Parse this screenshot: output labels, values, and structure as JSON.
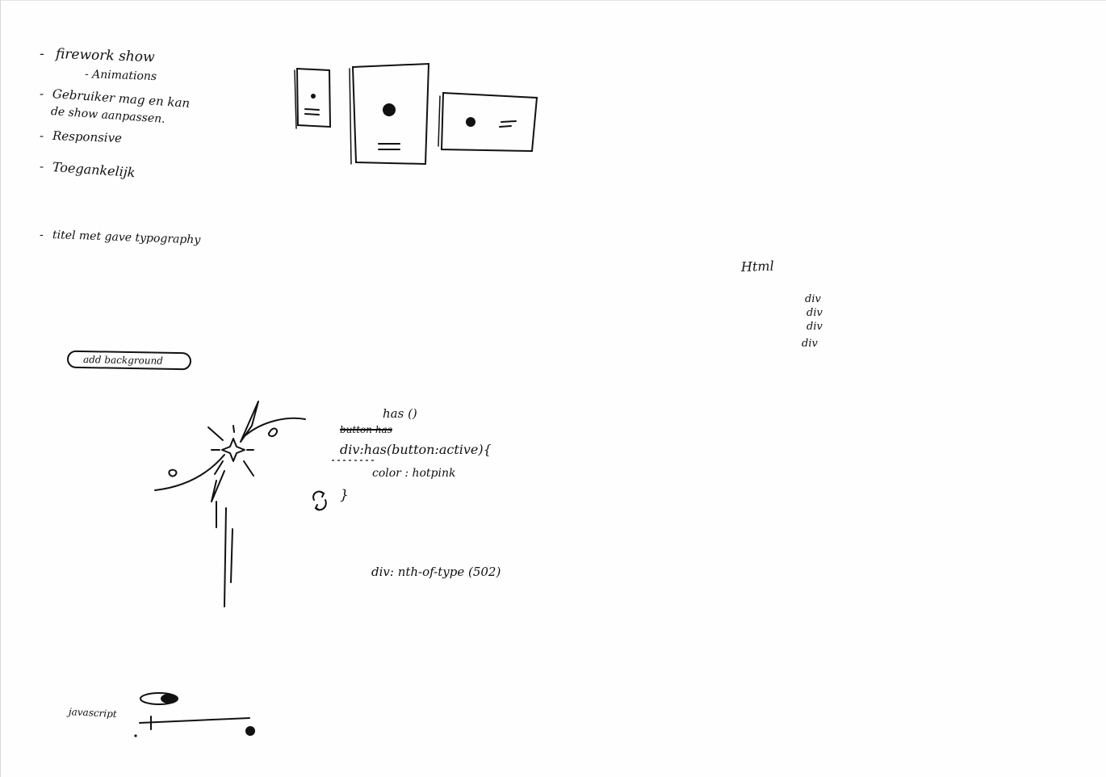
{
  "notes": {
    "list": [
      {
        "bullet": "-",
        "text": "firework show"
      },
      {
        "bullet": "",
        "text": "- Animations"
      },
      {
        "bullet": "-",
        "text": "Gebruiker mag en kan"
      },
      {
        "bullet": "",
        "text": "de show aanpassen."
      },
      {
        "bullet": "-",
        "text": "Responsive"
      },
      {
        "bullet": "-",
        "text": "Toegankelijk"
      }
    ],
    "title_note": {
      "bullet": "-",
      "text": "titel met gave typography"
    }
  },
  "html_tree": {
    "root": "Html",
    "children": [
      "div",
      "div",
      "div",
      "div"
    ]
  },
  "button_sketch": {
    "label": "add background"
  },
  "css_notes": {
    "has": "has ()",
    "struck": "button has",
    "selector": "div:has(button:active){",
    "declaration": "color : hotpink",
    "close_brace": "}",
    "nth": "div: nth-of-type (502)"
  },
  "js_sketch": {
    "label": "javascript"
  }
}
